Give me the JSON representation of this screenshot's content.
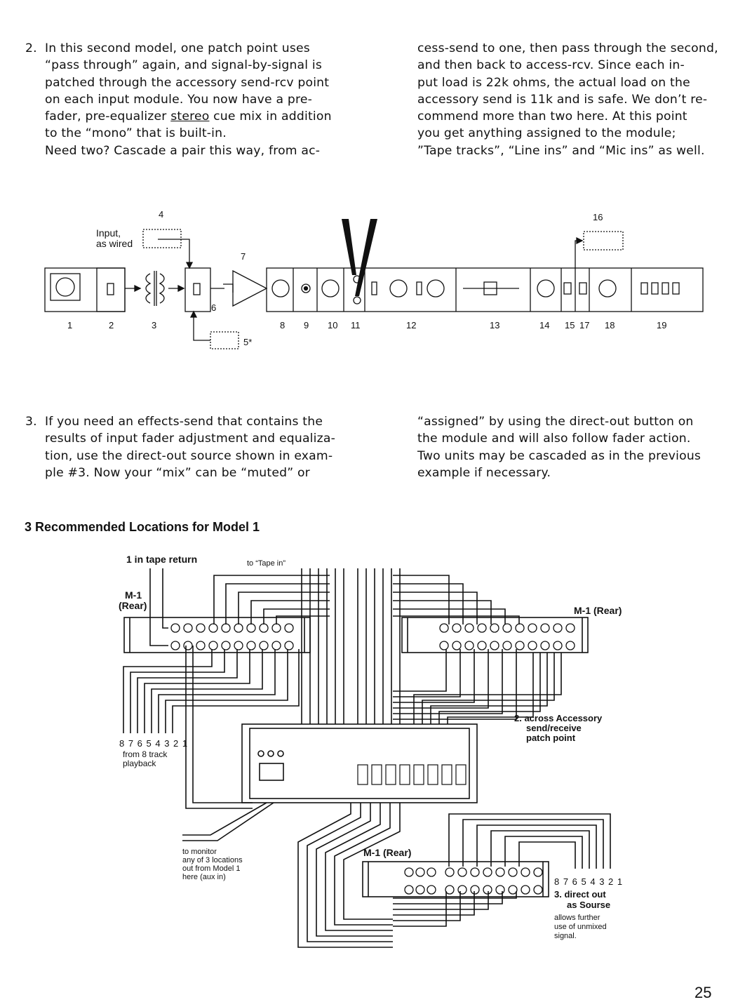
{
  "section2": {
    "number": "2.",
    "left_lines": [
      "In this second model, one patch point uses",
      "“pass through” again, and signal-by-signal is",
      "patched through the accessory send-rcv point",
      "on each input module. You now have a pre-",
      "fader, pre-equalizer",
      "stereo",
      "cue mix in addition",
      "to the “mono” that is built-in.",
      "Need two? Cascade a pair this way, from ac-"
    ],
    "right_lines": [
      "cess-send to one, then pass through the second,",
      "and then back to access-rcv. Since each in-",
      "put load is 22k ohms, the actual load on the",
      "accessory send is 11k and is safe. We don’t re-",
      "commend more than two here. At this point",
      "you get anything assigned to the module;",
      "”Tape tracks”, “Line ins” and “Mic ins” as well."
    ]
  },
  "signal_diagram": {
    "input_label_1": "Input,",
    "input_label_2": "as wired",
    "callouts": [
      "1",
      "2",
      "3",
      "4",
      "5*",
      "6",
      "7",
      "8",
      "9",
      "10",
      "11",
      "12",
      "13",
      "14",
      "15",
      "16",
      "17",
      "18",
      "19"
    ]
  },
  "section3": {
    "number": "3.",
    "left_lines": [
      "If you need an effects-send that contains the",
      "results of input fader adjustment and equaliza-",
      "tion, use the direct-out source shown in exam-",
      "ple #3. Now your “mix” can be “muted” or"
    ],
    "right_lines": [
      "“assigned” by using the direct-out button on",
      "the module and will also follow fader action.",
      "Two units may be cascaded as in the previous",
      "example if necessary."
    ]
  },
  "locations_heading": "3 Recommended Locations for Model 1",
  "wiring_diagram": {
    "tape_return": "1 in tape return",
    "to_tape_in": "to “Tape in”",
    "m1_rear": "M-1",
    "rear": "(Rear)",
    "m1_rear_right": "M-1 (Rear)",
    "m1_rear_bottom": "M-1 (Rear)",
    "digits": "8 7 6 5 4 3 2 1",
    "from_8_track_1": "from 8 track",
    "from_8_track_2": "playback",
    "across_1": "2. across Accessory",
    "across_2": "send/receive",
    "across_3": "patch point",
    "monitor_1": "to monitor",
    "monitor_2": "any of 3 locations",
    "monitor_3": "out from Model 1",
    "monitor_4": "here (aux in)",
    "direct_1": "3. direct out",
    "direct_2": "as Sourse",
    "direct_3": "allows further",
    "direct_4": "use of unmixed",
    "direct_5": "signal."
  },
  "page_number": "25"
}
